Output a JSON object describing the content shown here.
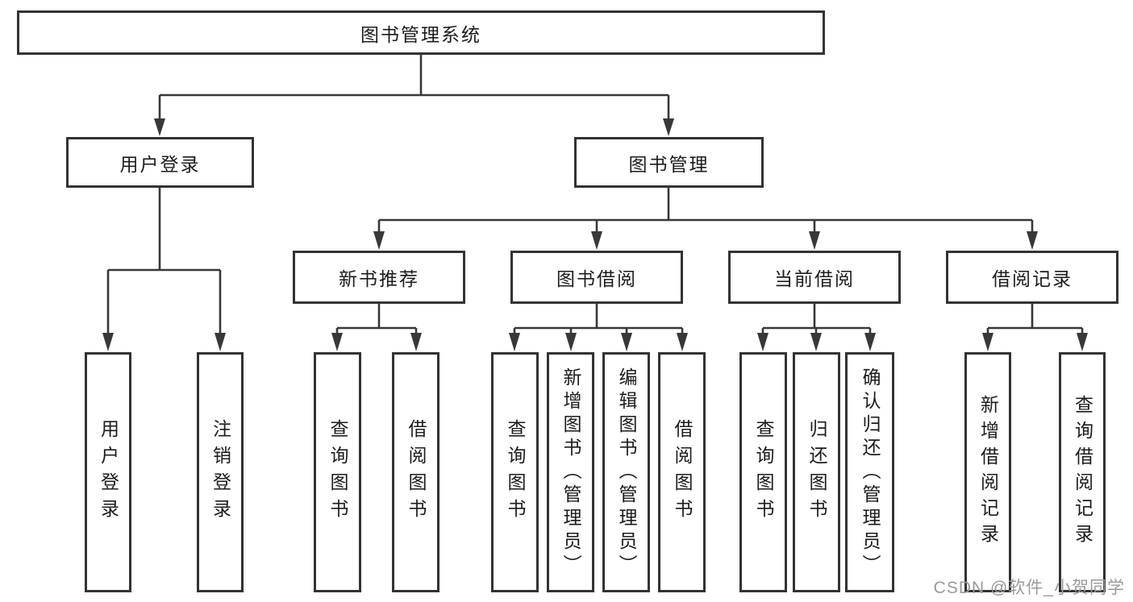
{
  "diagram_title": "图书管理系统",
  "nodes": {
    "root": "图书管理系统",
    "level2": [
      "用户登录",
      "图书管理"
    ],
    "level3": [
      "新书推荐",
      "图书借阅",
      "当前借阅",
      "借阅记录"
    ],
    "leaves": [
      "用户登录",
      "注销登录",
      "查询图书",
      "借阅图书",
      "查询图书",
      "新增图书（管理员）",
      "编辑图书（管理员）",
      "借阅图书",
      "查询图书",
      "归还图书",
      "确认归还（管理员）",
      "新增借阅记录",
      "查询借阅记录"
    ]
  },
  "hierarchy": {
    "图书管理系统": {
      "用户登录": [
        "用户登录",
        "注销登录"
      ],
      "图书管理": {
        "新书推荐": [
          "查询图书",
          "借阅图书"
        ],
        "图书借阅": [
          "查询图书",
          "新增图书（管理员）",
          "编辑图书（管理员）",
          "借阅图书"
        ],
        "当前借阅": [
          "查询图书",
          "归还图书",
          "确认归还（管理员）"
        ],
        "借阅记录": [
          "新增借阅记录",
          "查询借阅记录"
        ]
      }
    }
  },
  "watermark": {
    "text": "CSDN @软件_小贺同学",
    "color": "#9a9a9a"
  },
  "colors": {
    "background": "#ffffff",
    "line": "#383838",
    "box_border": "#333333",
    "text": "#1c1c1c"
  }
}
